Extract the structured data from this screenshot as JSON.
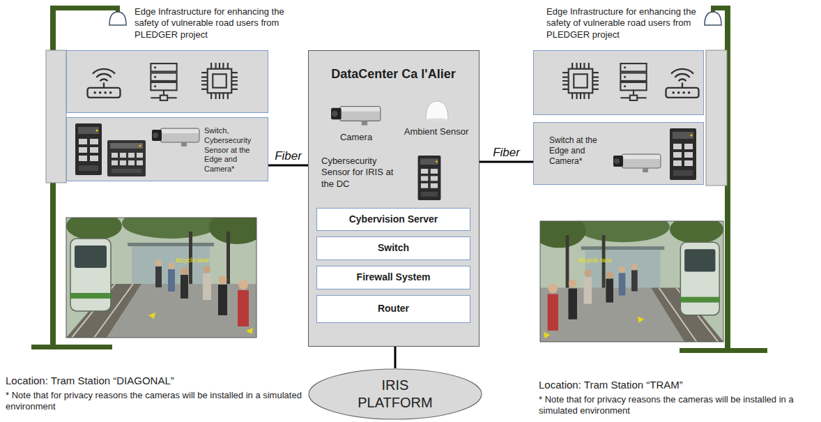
{
  "diagram": {
    "nodes": [
      {
        "text": [
          "Edge Infrastructure for enhancing the safety of vulnerable road users from PLEDGER project"
        ]
      },
      {
        "text": [
          "Switch, Cybersecurity Sensor at the Edge and Camera*"
        ]
      },
      {
        "text": [
          "DataCenter Ca l'Alier",
          "Camera",
          "Ambient Sensor",
          "Cybersecurity Sensor for IRIS at the DC"
        ]
      },
      {
        "text": [
          "Cybervision Server"
        ],
        "in": 2
      },
      {
        "text": [
          "Switch"
        ],
        "in": 2
      },
      {
        "text": [
          "Firewall System"
        ],
        "in": 2
      },
      {
        "text": [
          "Router"
        ],
        "in": 2
      },
      {
        "text": [
          "Edge Infrastructure for enhancing the safety of vulnerable road users from PLEDGER project"
        ]
      },
      {
        "text": [
          "Switch at the Edge and Camera*"
        ]
      },
      {
        "text": [
          "IRIS PLATFORM"
        ]
      }
    ],
    "edges": [
      {
        "from": 1,
        "to": 2,
        "label": "Fiber",
        "arrow": "none"
      },
      {
        "from": 2,
        "to": 8,
        "label": "Fiber",
        "arrow": "none"
      },
      {
        "from": 2,
        "to": 9,
        "arrow": "none"
      }
    ],
    "labels": [
      "Bicycle lane",
      "Bicycle lane",
      "Location: Tram Station “DIAGONAL”",
      "* Note that for privacy reasons the cameras will be installed in a simulated environment",
      "Location: Tram Station “TRAM”",
      "* Note that for privacy reasons the cameras will be installed in a simulated environment"
    ]
  }
}
